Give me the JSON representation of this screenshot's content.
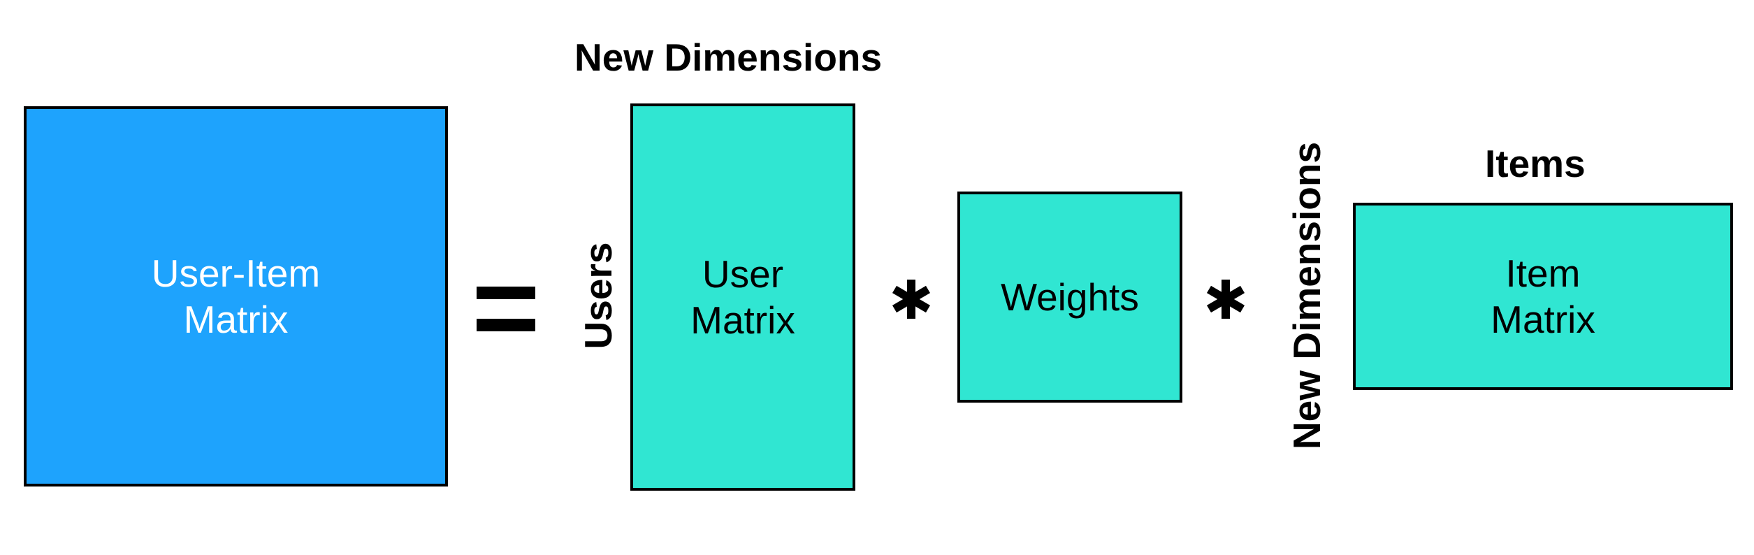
{
  "colors": {
    "user_item_fill": "#1ea3fd",
    "factor_fill": "#30e6d2",
    "border": "#000000",
    "text_on_blue": "#ffffff",
    "text_on_teal": "#000000"
  },
  "boxes": {
    "user_item": {
      "label": "User-Item\nMatrix"
    },
    "user": {
      "label": "User\nMatrix"
    },
    "weights": {
      "label": "Weights"
    },
    "item": {
      "label": "Item\nMatrix"
    }
  },
  "labels": {
    "new_dimensions_top": "New Dimensions",
    "users": "Users",
    "new_dimensions_side": "New Dimensions",
    "items": "Items"
  },
  "operators": {
    "equals": "=",
    "multiply": "*"
  }
}
